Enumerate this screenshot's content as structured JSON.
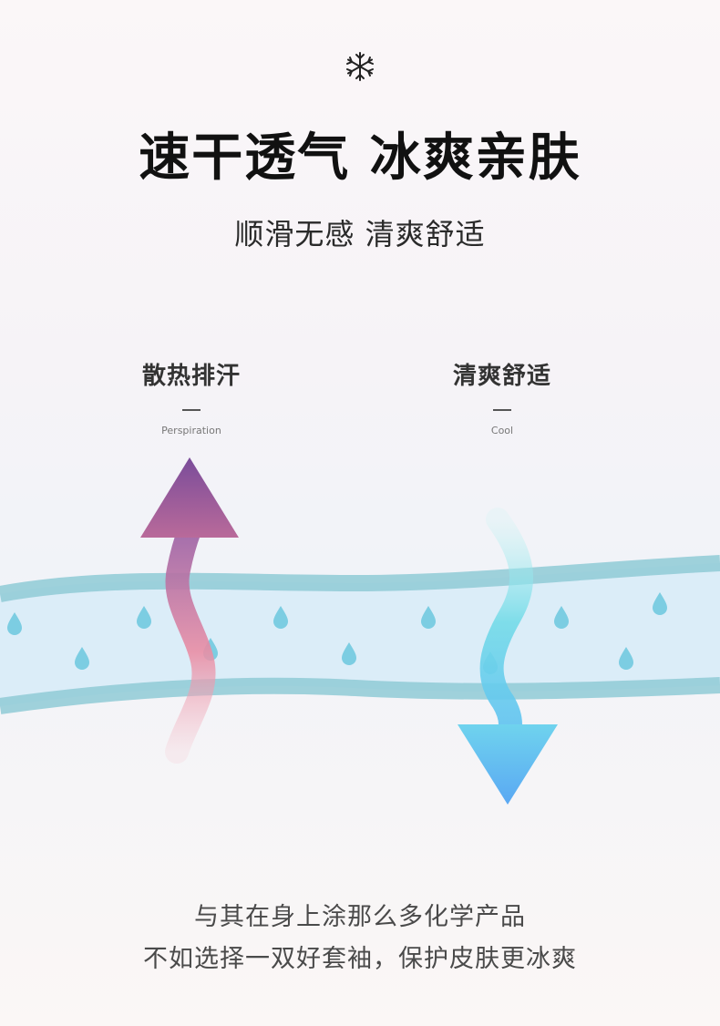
{
  "header": {
    "icon": "snowflake-icon",
    "title": "速干透气 冰爽亲肤",
    "subtitle": "顺滑无感 清爽舒适"
  },
  "features": [
    {
      "title": "散热排汗",
      "subtitle": "Perspiration",
      "icon": "arrow-up-icon",
      "color": "#8e4a8e"
    },
    {
      "title": "清爽舒适",
      "subtitle": "Cool",
      "icon": "arrow-down-icon",
      "color": "#59b7f0"
    }
  ],
  "footer": {
    "line1": "与其在身上涂那么多化学产品",
    "line2": "不如选择一双好套袖，保护皮肤更冰爽"
  },
  "colors": {
    "fabric_border": "#8fcad6",
    "fabric_fill": "#d8ecf7",
    "drop": "#7ccde2"
  }
}
